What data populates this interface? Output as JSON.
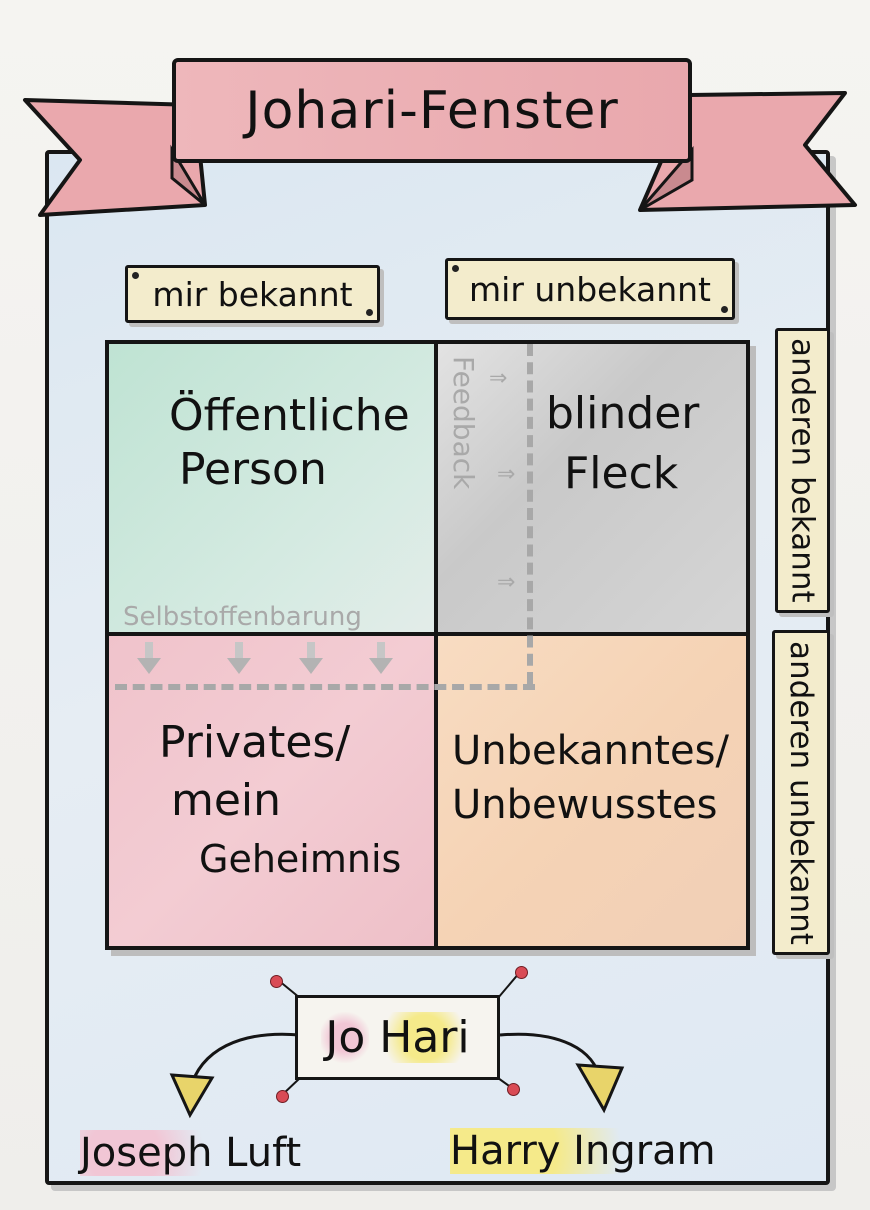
{
  "title": "Johari-Fenster",
  "columns": [
    "mir bekannt",
    "mir unbekannt"
  ],
  "rows": [
    "anderen bekannt",
    "anderen unbekannt"
  ],
  "quadrants": {
    "open": [
      "Öffentliche",
      "Person"
    ],
    "blind": [
      "blinder",
      "Fleck"
    ],
    "hidden": [
      "Privates/",
      "mein",
      "Geheimnis"
    ],
    "unknown": [
      "Unbekanntes/",
      "Unbewusstes"
    ]
  },
  "processes": {
    "feedback": "Feedback",
    "self_disclosure": "Selbstoffenbarung"
  },
  "origin": {
    "label_jo": "Jo",
    "label_hari": "Hari",
    "person_1": "Joseph Luft",
    "person_2": "Harry Ingram"
  },
  "colors": {
    "open": "#bfe3d3",
    "blind": "#c9c9c9",
    "hidden": "#f0c3cb",
    "unknown": "#f5d3b5",
    "banner": "#eeb7bb",
    "label_bg": "#f3eccc"
  }
}
